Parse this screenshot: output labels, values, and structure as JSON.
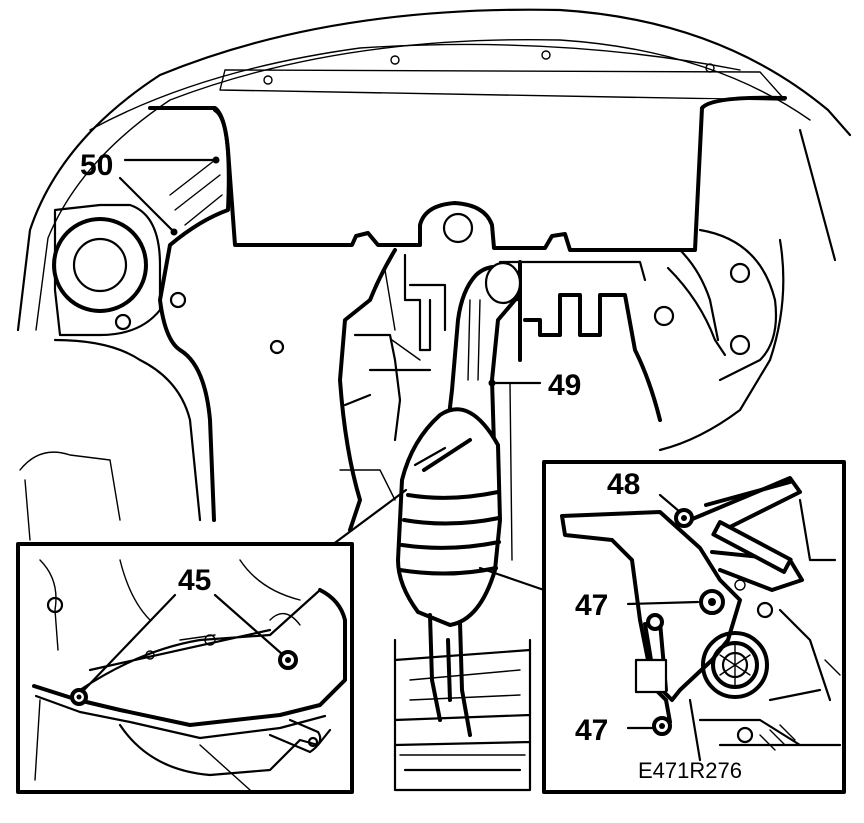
{
  "figure_code": "E471R276",
  "callouts": {
    "c50": "50",
    "c49": "49",
    "c48": "48",
    "c47a": "47",
    "c47b": "47",
    "c45": "45"
  },
  "colors": {
    "line": "#000000",
    "background": "#ffffff"
  }
}
